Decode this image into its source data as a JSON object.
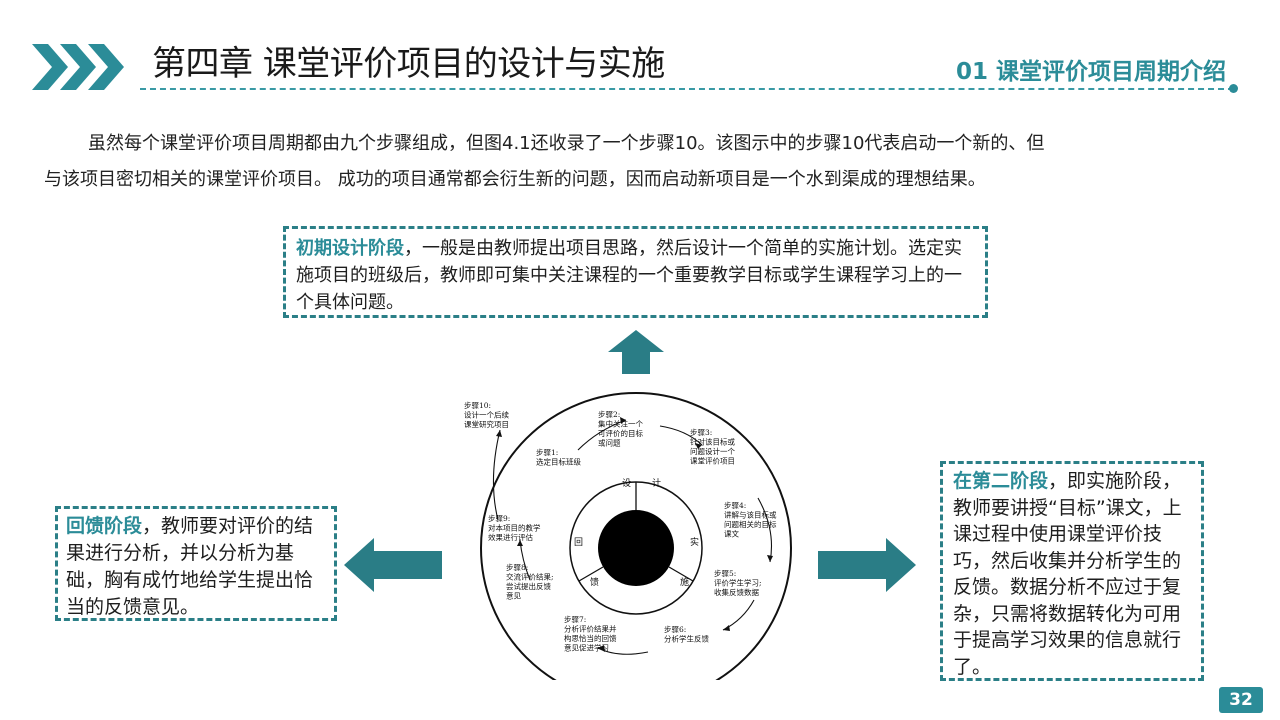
{
  "header": {
    "title": "第四章 课堂评价项目的设计与实施",
    "subtitle": "01 课堂评价项目周期介绍"
  },
  "intro": {
    "line1": "虽然每个课堂评价项目周期都由九个步骤组成，但图4.1还收录了一个步骤10。该图示中的步骤10代表启动一个新的、但",
    "line2": "与该项目密切相关的课堂评价项目。  成功的项目通常都会衍生新的问题，因而启动新项目是一个水到渠成的理想结果。"
  },
  "boxes": {
    "top": {
      "highlight": "初期设计阶段",
      "text": "，一般是由教师提出项目思路，然后设计一个简单的实施计划。选定实施项目的班级后，教师即可集中关注课程的一个重要教学目标或学生课程学习上的一个具体问题。"
    },
    "left": {
      "highlight": "回馈阶段",
      "text": "，教师要对评价的结果进行分析，并以分析为基础，胸有成竹地给学生提出恰当的反馈意见。"
    },
    "right": {
      "highlight": "在第二阶段",
      "text": "，即实施阶段，教师要讲授“目标”课文，上课过程中使用课堂评价技巧，然后收集并分析学生的反馈。数据分析不应过于复杂，只需将数据转化为可用于提高学习效果的信息就行了。"
    }
  },
  "diagram": {
    "center_labels": [
      "设",
      "计",
      "实",
      "施",
      "回",
      "馈"
    ],
    "steps": [
      {
        "label": "步骤1:",
        "text": [
          "选定目标班级"
        ]
      },
      {
        "label": "步骤2:",
        "text": [
          "集中关注一个",
          "可评价的目标",
          "或问题"
        ]
      },
      {
        "label": "步骤3:",
        "text": [
          "针对该目标或",
          "问题设计一个",
          "课堂评价项目"
        ]
      },
      {
        "label": "步骤4:",
        "text": [
          "讲解与该目标或",
          "问题相关的目标",
          "课文"
        ]
      },
      {
        "label": "步骤5:",
        "text": [
          "评价学生学习;",
          "收集反馈数据"
        ]
      },
      {
        "label": "步骤6:",
        "text": [
          "分析学生反馈"
        ]
      },
      {
        "label": "步骤7:",
        "text": [
          "分析评价结果并",
          "构思恰当的回馈",
          "意见促进学习"
        ]
      },
      {
        "label": "步骤8:",
        "text": [
          "交流评价结果;",
          "尝试提出反馈",
          "意见"
        ]
      },
      {
        "label": "步骤9:",
        "text": [
          "对本项目的教学",
          "效果进行评估"
        ]
      },
      {
        "label": "步骤10:",
        "text": [
          "设计一个后续",
          "课堂研究项目"
        ]
      }
    ]
  },
  "page_number": "32",
  "colors": {
    "accent": "#2b8c98",
    "arrow": "#2a7d86",
    "border": "#2b7f87"
  }
}
